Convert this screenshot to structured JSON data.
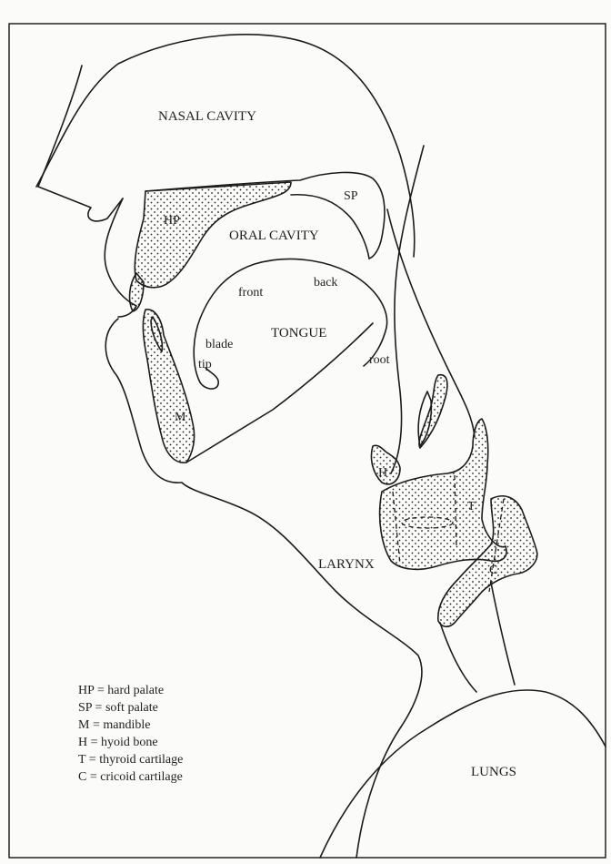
{
  "labels": {
    "nasal_cavity": "NASAL CAVITY",
    "sp": "SP",
    "hp": "HP",
    "oral_cavity": "ORAL CAVITY",
    "front": "front",
    "back": "back",
    "tongue": "TONGUE",
    "blade": "blade",
    "tip": "tip",
    "root": "root",
    "m": "M",
    "h": "H",
    "t": "T",
    "c": "C",
    "larynx": "LARYNX",
    "lungs": "LUNGS"
  },
  "legend": [
    "HP = hard palate",
    "SP = soft palate",
    "M = mandible",
    "H = hyoid bone",
    "T = thyroid cartilage",
    "C = cricoid cartilage"
  ]
}
